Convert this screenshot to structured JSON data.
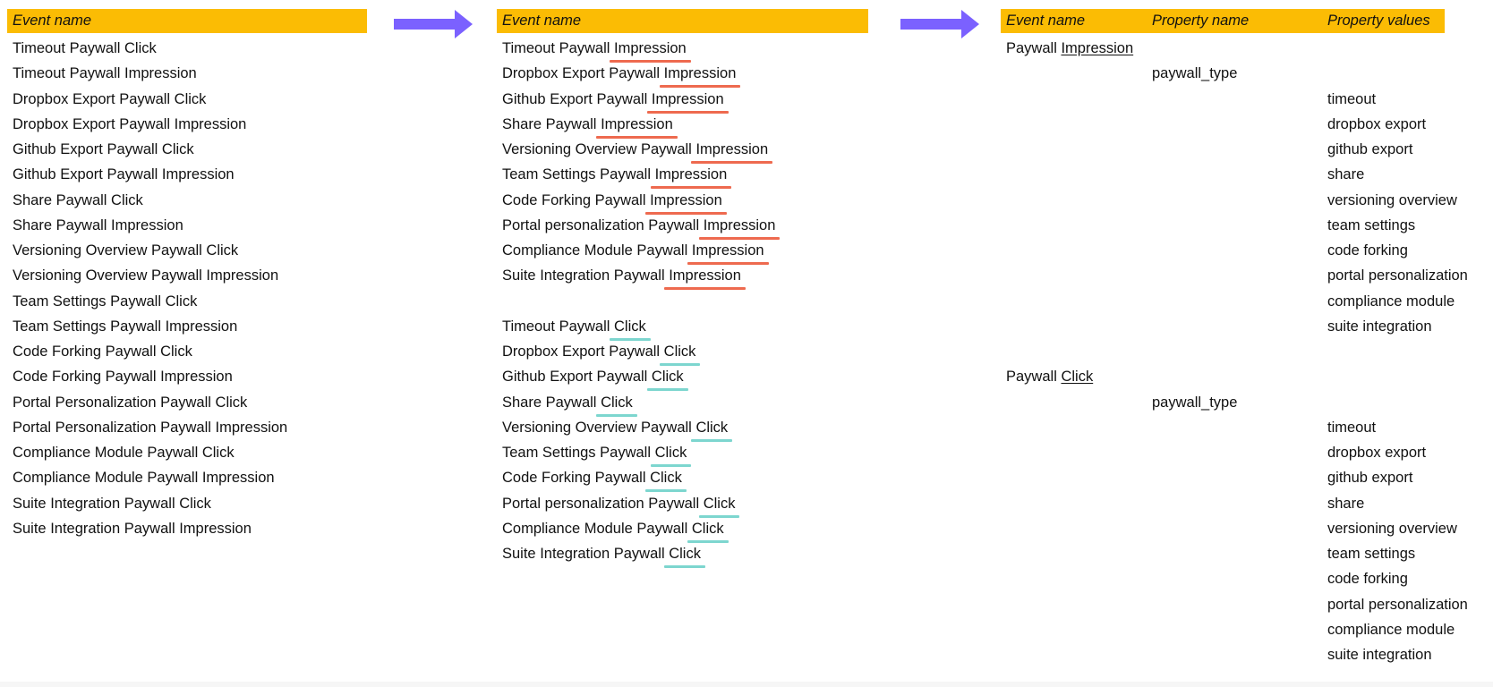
{
  "colors": {
    "header_bg": "#fbbc04",
    "arrow": "#7b61ff",
    "impression_underline": "#ee6a4f",
    "click_underline": "#7dd6cf"
  },
  "col1": {
    "header": "Event name",
    "events": [
      "Timeout Paywall Click",
      "Timeout Paywall Impression",
      "Dropbox Export Paywall Click",
      "Dropbox Export Paywall Impression",
      "Github Export Paywall Click",
      "Github Export Paywall Impression",
      "Share Paywall Click",
      "Share Paywall Impression",
      "Versioning Overview Paywall Click",
      "Versioning Overview Paywall Impression",
      "Team Settings Paywall Click",
      "Team Settings Paywall Impression",
      "Code Forking Paywall Click",
      "Code Forking Paywall Impression",
      "Portal Personalization Paywall Click",
      "Portal Personalization Paywall Impression",
      "Compliance Module Paywall Click",
      "Compliance Module Paywall Impression",
      "Suite Integration Paywall Click",
      "Suite Integration Paywall Impression"
    ]
  },
  "col2": {
    "header": "Event name",
    "impression_group": [
      {
        "prefix": "Timeout Paywall ",
        "suffix": "Impression"
      },
      {
        "prefix": "Dropbox Export Paywall ",
        "suffix": "Impression"
      },
      {
        "prefix": "Github Export Paywall ",
        "suffix": "Impression"
      },
      {
        "prefix": "Share Paywall ",
        "suffix": "Impression"
      },
      {
        "prefix": "Versioning Overview Paywall ",
        "suffix": "Impression"
      },
      {
        "prefix": "Team Settings Paywall ",
        "suffix": "Impression"
      },
      {
        "prefix": "Code Forking Paywall ",
        "suffix": "Impression"
      },
      {
        "prefix": "Portal personalization Paywall ",
        "suffix": "Impression"
      },
      {
        "prefix": "Compliance Module Paywall ",
        "suffix": "Impression"
      },
      {
        "prefix": "Suite Integration Paywall ",
        "suffix": "Impression"
      }
    ],
    "click_group": [
      {
        "prefix": "Timeout Paywall ",
        "suffix": "Click"
      },
      {
        "prefix": "Dropbox Export Paywall ",
        "suffix": "Click"
      },
      {
        "prefix": "Github Export Paywall ",
        "suffix": "Click"
      },
      {
        "prefix": "Share Paywall ",
        "suffix": "Click"
      },
      {
        "prefix": "Versioning Overview Paywall ",
        "suffix": "Click"
      },
      {
        "prefix": "Team Settings Paywall ",
        "suffix": "Click"
      },
      {
        "prefix": "Code Forking Paywall ",
        "suffix": "Click"
      },
      {
        "prefix": "Portal personalization Paywall ",
        "suffix": "Click"
      },
      {
        "prefix": "Compliance Module Paywall ",
        "suffix": "Click"
      },
      {
        "prefix": "Suite Integration Paywall ",
        "suffix": "Click"
      }
    ]
  },
  "col3": {
    "headers": [
      "Event name",
      "Property name",
      "Property values"
    ],
    "groups": [
      {
        "event_prefix": "Paywall ",
        "event_suffix": "Impression",
        "property": "paywall_type",
        "values": [
          "timeout",
          "dropbox export",
          "github export",
          "share",
          "versioning overview",
          "team settings",
          "code forking",
          "portal personalization",
          "compliance module",
          "suite integration"
        ]
      },
      {
        "event_prefix": "Paywall ",
        "event_suffix": "Click",
        "property": "paywall_type",
        "values": [
          "timeout",
          "dropbox export",
          "github export",
          "share",
          "versioning overview",
          "team settings",
          "code forking",
          "portal personalization",
          "compliance module",
          "suite integration"
        ]
      }
    ]
  }
}
